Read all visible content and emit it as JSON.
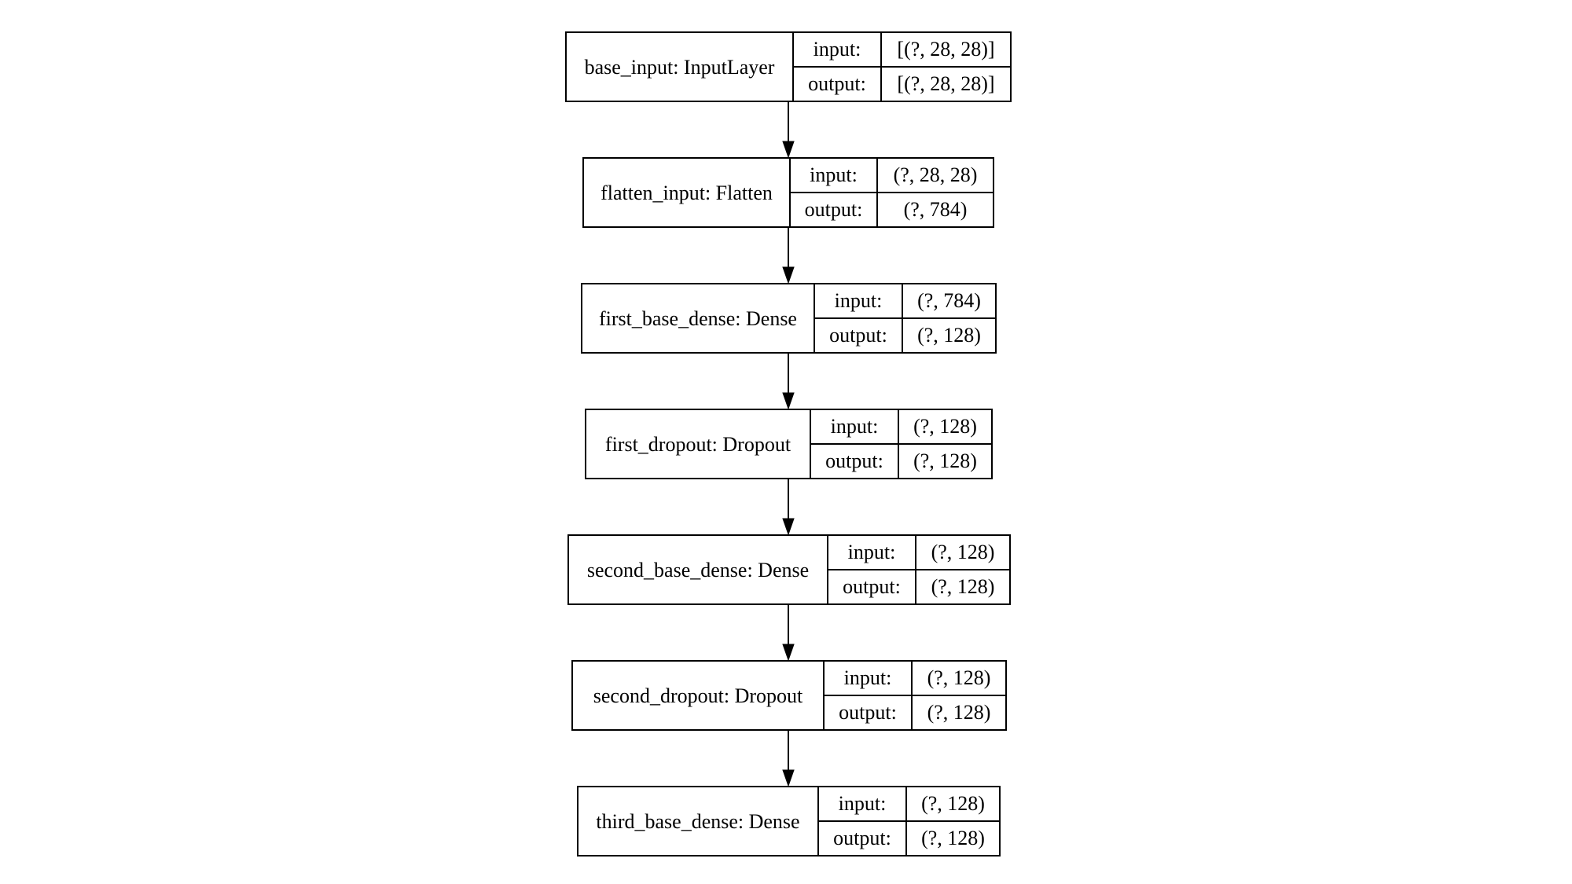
{
  "diagram": {
    "labels": {
      "input": "input:",
      "output": "output:"
    },
    "layers": [
      {
        "name": "base_input: InputLayer",
        "input_shape": "[(?, 28, 28)]",
        "output_shape": "[(?, 28, 28)]"
      },
      {
        "name": "flatten_input: Flatten",
        "input_shape": "(?, 28, 28)",
        "output_shape": "(?, 784)"
      },
      {
        "name": "first_base_dense: Dense",
        "input_shape": "(?, 784)",
        "output_shape": "(?, 128)"
      },
      {
        "name": "first_dropout: Dropout",
        "input_shape": "(?, 128)",
        "output_shape": "(?, 128)"
      },
      {
        "name": "second_base_dense: Dense",
        "input_shape": "(?, 128)",
        "output_shape": "(?, 128)"
      },
      {
        "name": "second_dropout: Dropout",
        "input_shape": "(?, 128)",
        "output_shape": "(?, 128)"
      },
      {
        "name": "third_base_dense: Dense",
        "input_shape": "(?, 128)",
        "output_shape": "(?, 128)"
      }
    ]
  }
}
